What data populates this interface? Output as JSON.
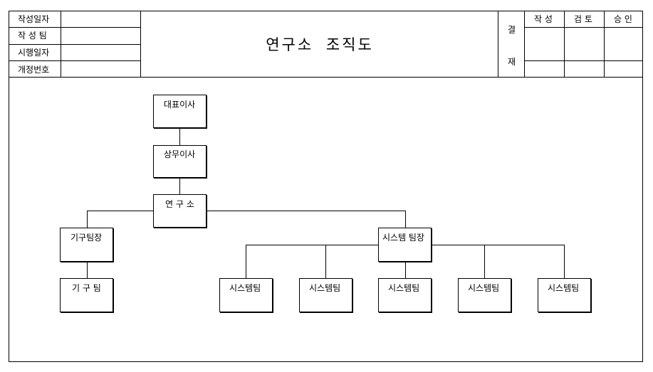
{
  "document": {
    "title": "연구소  조직도"
  },
  "header": {
    "fields": [
      {
        "label": "작성일자",
        "value": ""
      },
      {
        "label": "작 성 팀",
        "value": ""
      },
      {
        "label": "시행일자",
        "value": ""
      },
      {
        "label": "개정번호",
        "value": ""
      }
    ],
    "approval": {
      "label_top": "결",
      "label_bottom": "재",
      "columns": [
        "작 성",
        "검 토",
        "승 인"
      ]
    }
  },
  "org_chart": {
    "ceo": "대표이사",
    "managing_director": "상무이사",
    "lab": "연 구 소",
    "mech_team_lead": "기구팀장",
    "mech_team": "기 구 팀",
    "system_team_lead": "시스템 팀장",
    "system_teams": [
      "시스템팀",
      "시스템팀",
      "시스템팀",
      "시스템팀",
      "시스템팀"
    ]
  }
}
